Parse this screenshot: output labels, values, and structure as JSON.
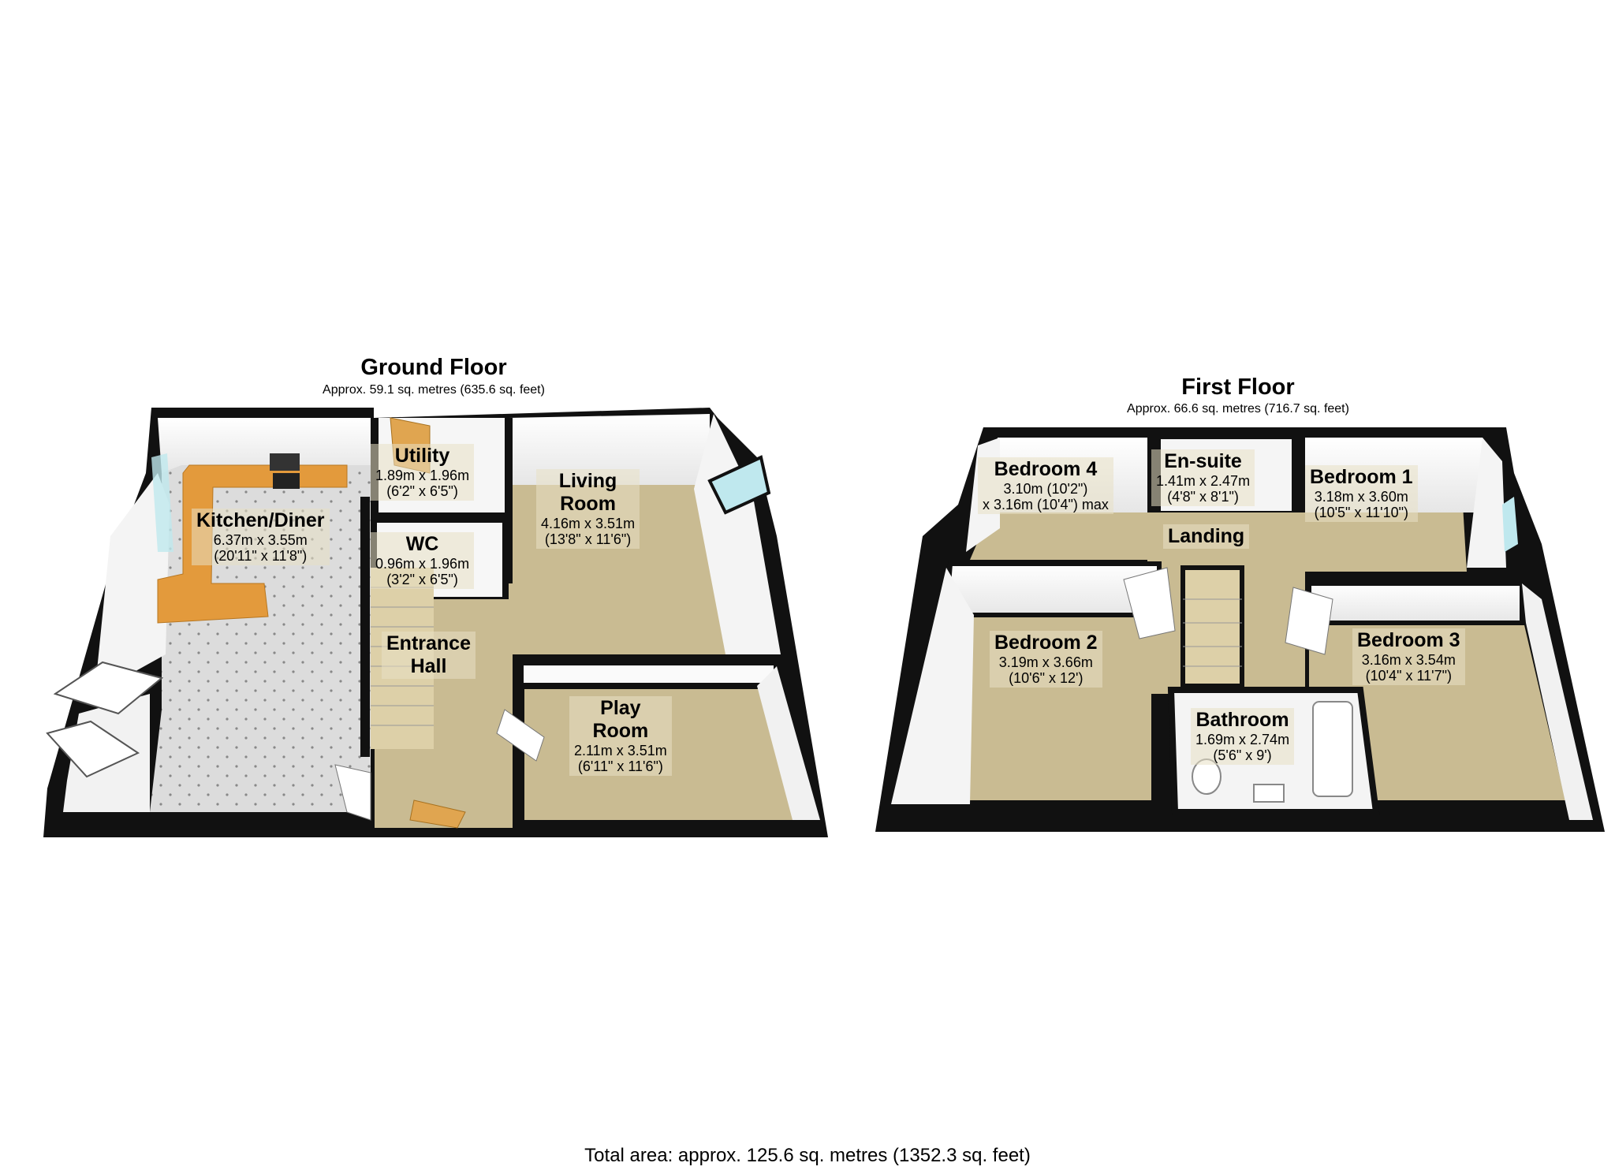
{
  "colors": {
    "wall": "#0a0a0a",
    "wall_inner": "#ffffff",
    "floor": "#c9bb92",
    "kitchen_tile": "#d7d7d7",
    "worktop": "#e39a3c",
    "window_glass": "#bfe8ee"
  },
  "ground_floor": {
    "title": "Ground Floor",
    "area": "Approx. 59.1 sq. metres (635.6 sq. feet)",
    "rooms": [
      {
        "key": "kitchen",
        "name": "Kitchen/Diner",
        "dims": "6.37m x 3.55m",
        "imperial": "(20'11\" x 11'8\")"
      },
      {
        "key": "utility",
        "name": "Utility",
        "dims": "1.89m x 1.96m",
        "imperial": "(6'2\" x 6'5\")"
      },
      {
        "key": "wc",
        "name": "WC",
        "dims": "0.96m x 1.96m",
        "imperial": "(3'2\" x 6'5\")"
      },
      {
        "key": "living",
        "name": "Living\nRoom",
        "dims": "4.16m x 3.51m",
        "imperial": "(13'8\" x 11'6\")"
      },
      {
        "key": "hall",
        "name": "Entrance\nHall",
        "dims": "",
        "imperial": ""
      },
      {
        "key": "play",
        "name": "Play\nRoom",
        "dims": "2.11m x 3.51m",
        "imperial": "(6'11\" x 11'6\")"
      }
    ]
  },
  "first_floor": {
    "title": "First Floor",
    "area": "Approx. 66.6 sq. metres (716.7 sq. feet)",
    "rooms": [
      {
        "key": "bed4",
        "name": "Bedroom 4",
        "dims": "3.10m (10'2\")",
        "imperial": "x 3.16m (10'4\") max"
      },
      {
        "key": "ensuite",
        "name": "En-suite",
        "dims": "1.41m x 2.47m",
        "imperial": "(4'8\" x 8'1\")"
      },
      {
        "key": "bed1",
        "name": "Bedroom 1",
        "dims": "3.18m x 3.60m",
        "imperial": "(10'5\" x 11'10\")"
      },
      {
        "key": "landing",
        "name": "Landing",
        "dims": "",
        "imperial": ""
      },
      {
        "key": "bed2",
        "name": "Bedroom 2",
        "dims": "3.19m x 3.66m",
        "imperial": "(10'6\" x 12')"
      },
      {
        "key": "bed3",
        "name": "Bedroom 3",
        "dims": "3.16m x 3.54m",
        "imperial": "(10'4\" x 11'7\")"
      },
      {
        "key": "bathroom",
        "name": "Bathroom",
        "dims": "1.69m x 2.74m",
        "imperial": "(5'6\" x 9')"
      }
    ]
  },
  "total_area": "Total area: approx. 125.6 sq. metres (1352.3 sq. feet)"
}
